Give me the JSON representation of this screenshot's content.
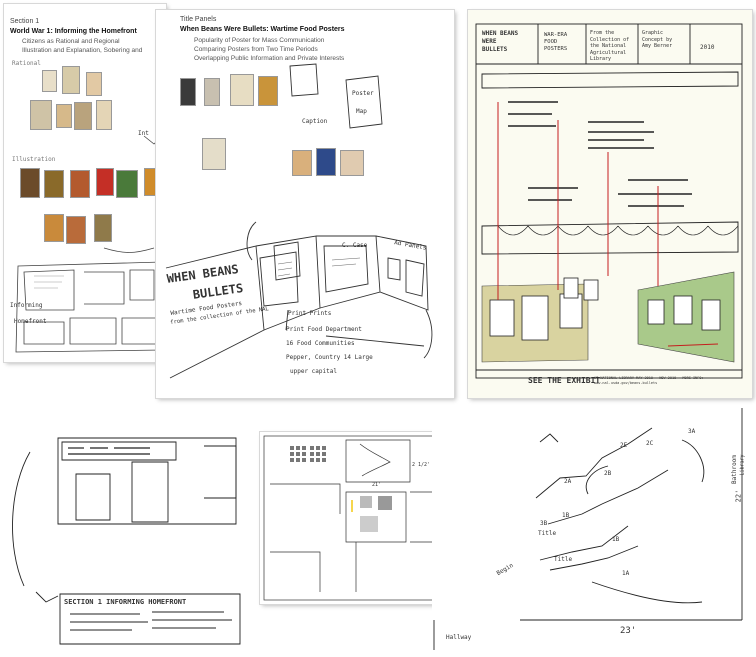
{
  "sheet1": {
    "section_label": "Section 1",
    "title": "World War 1: Informing the Homefront",
    "bullets": [
      "Citizens as Rational and Regional",
      "Illustration and Explanation, Sobering and"
    ],
    "margin_notes": [
      "Rational",
      "Illustration",
      "Informing",
      "Homefront",
      "Int"
    ]
  },
  "sheet2": {
    "section_label": "Title Panels",
    "title": "When Beans Were Bullets: Wartime Food Posters",
    "bullets": [
      "Popularity of Poster for Mass Communication",
      "Comparing Posters from Two Time Periods",
      "Overlapping Public Information and Private Interests"
    ],
    "sketch_title_line1": "WHEN BEANS",
    "sketch_title_line2": "BULLETS",
    "sketch_subtitle": "Wartime Food Posters",
    "sketch_note_caption": "from the collection of the NAL",
    "sketch_notes": [
      "Print Prints",
      "Print Food Department",
      "16 Food Communities",
      "Pepper, Country 14 Large",
      "upper capital"
    ],
    "wall_labels": [
      "Poster",
      "Caption",
      "Ad Panels",
      "Map",
      "C. Case"
    ]
  },
  "sheet3": {
    "header_cells": [
      "WHEN BEANS WERE BULLETS",
      "WAR-ERA FOOD POSTERS",
      "From the Collection of the National Agricultural Library",
      "Graphic Concept by Amy Berner",
      "2010"
    ],
    "footer_text": "SEE THE EXHIBIT",
    "footer_small": "AT NATIONAL LIBRARY MAY 2010 - NOV 2010 · MORE INFO: www.nal.usda.gov/beans-bullets"
  },
  "sheet4": {
    "header_text": "SECTION 1 INFORMING HOMEFRONT"
  },
  "sheet5": {
    "dimensions": [
      "21'",
      "2 1/2'"
    ]
  },
  "sheet6": {
    "labels": [
      "3A",
      "2C",
      "2E",
      "2B",
      "2A",
      "1B",
      "1A",
      "3B",
      "1B",
      "Title",
      "Title",
      "Begin",
      "Hallway",
      "Bathroom",
      "Library"
    ],
    "dimension_bottom": "23'",
    "dimension_right": "22'"
  }
}
